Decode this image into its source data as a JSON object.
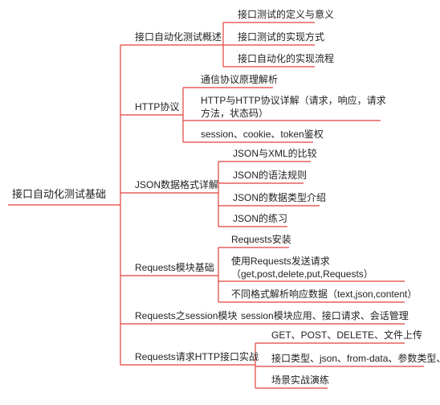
{
  "root": "接口自动化测试基础",
  "branches": [
    {
      "label": "接口自动化测试概述",
      "children": [
        "接口测试的定义与意义",
        "接口测试的实现方式",
        "接口自动化的实现流程"
      ]
    },
    {
      "label": "HTTP协议",
      "children": [
        "通信协议原理解析",
        "HTTP与HTTP协议详解（请求，响应，请求方法，状态码）",
        "session、cookie、token鉴权"
      ]
    },
    {
      "label": "JSON数据格式详解",
      "children": [
        "JSON与XML的比较",
        "JSON的语法规则",
        "JSON的数据类型介绍",
        "JSON的练习"
      ]
    },
    {
      "label": "Requests模块基础",
      "children": [
        "Requests安装",
        "使用Requests发送请求（get,post,delete,put,Requests）",
        "不同格式解析响应数据（text,json,content）"
      ]
    },
    {
      "label": "Requests之session模块",
      "children": [
        "session模块应用、接口请求、会话管理"
      ]
    },
    {
      "label": "Requests请求HTTP接口实战",
      "children": [
        "GET、POST、DELETE、文件上传",
        "接口类型、json、from-data、参数类型、",
        "场景实战演练"
      ]
    }
  ],
  "colors": {
    "line": "#e0413a",
    "text": "#222222"
  }
}
